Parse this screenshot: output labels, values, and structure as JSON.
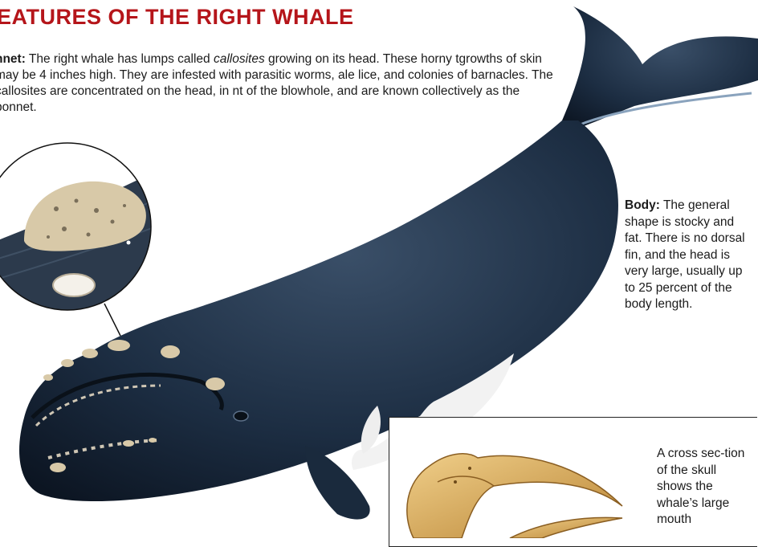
{
  "title": "EATURES OF THE RIGHT WHALE",
  "bonnet": {
    "label": "nnet:",
    "text_1": " The right whale has lumps called ",
    "term": "callosites",
    "text_2": " growing on its head. These horny tgrowths of skin may be 4 inches high. They are infested with parasitic worms, ale lice, and colonies of barnacles. The callosites are concentrated on the head, in nt of the blowhole, and are known collectively as the bonnet."
  },
  "body": {
    "label": "Body:",
    "text": " The general shape is stocky and fat. There is no dorsal fin, and the head is very large, usually up to 25 percent of the body length."
  },
  "skull": {
    "text": "A cross sec-tion of the skull shows the whale’s large mouth"
  },
  "colors": {
    "title": "#b5151a",
    "whale_body": "#1c2d42",
    "callosity": "#d8c9a8",
    "bone": "#d9a955"
  }
}
